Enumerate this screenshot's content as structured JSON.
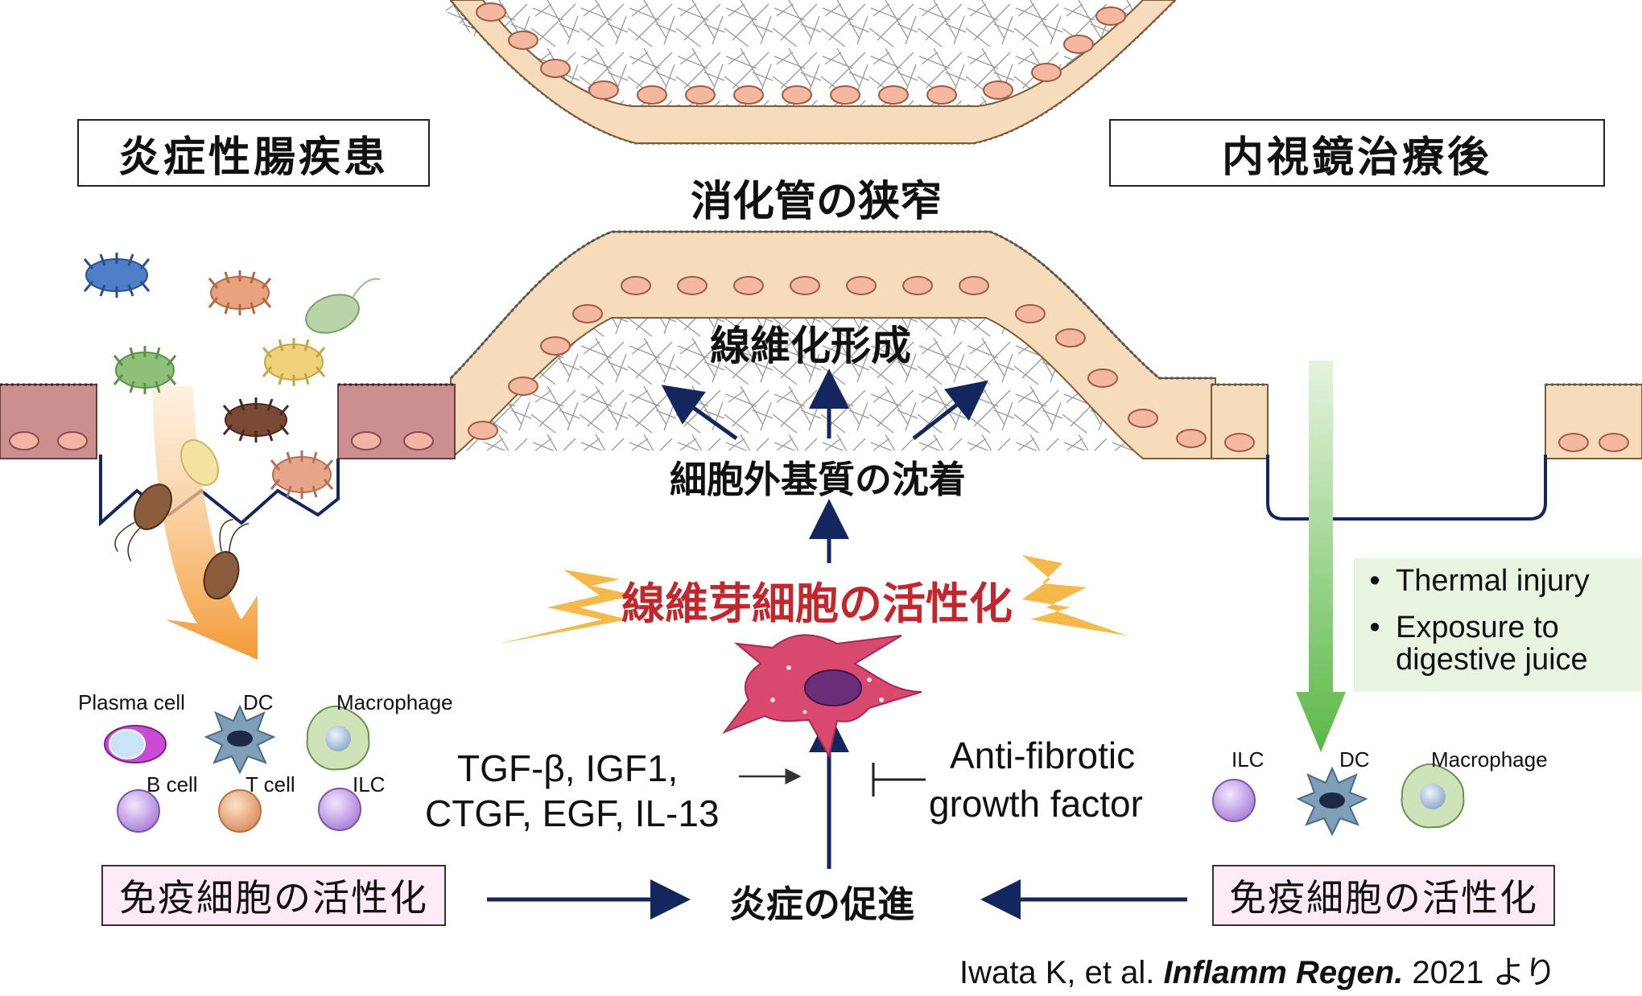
{
  "labels": {
    "left_box": "炎症性腸疾患",
    "right_box": "内視鏡治療後",
    "stenosis": "消化管の狭窄",
    "fibrosis": "線維化形成",
    "ecm_deposition": "細胞外基質の沈着",
    "fibroblast_activation": "線維芽細胞の活性化",
    "growth_factors_line1": "TGF-β, IGF1,",
    "growth_factors_line2": "CTGF, EGF, IL-13",
    "anti_fibrotic_line1": "Anti-fibrotic",
    "anti_fibrotic_line2": "growth factor",
    "immune_activation_left": "免疫細胞の活性化",
    "immune_activation_right": "免疫細胞の活性化",
    "inflammation": "炎症の促進"
  },
  "left_cells": {
    "plasma": "Plasma cell",
    "dc": "DC",
    "macrophage": "Macrophage",
    "b_cell": "B cell",
    "t_cell": "T cell",
    "ilc": "ILC"
  },
  "right_cells": {
    "ilc": "ILC",
    "dc": "DC",
    "macrophage": "Macrophage"
  },
  "injury_factors": [
    "Thermal injury",
    "Exposure to digestive juice"
  ],
  "citation": {
    "authors": "Iwata K, et al. ",
    "journal": "Inflamm Regen.",
    "tail": " 2021 より"
  },
  "colors": {
    "activation_text": "#c0282d",
    "arrow_navy": "#13275e",
    "lightning": "#f5b84a",
    "fibroblast": "#d9486f",
    "epithelium": "#f6d9b5",
    "mucosa_ulcer": "#cc8f8f",
    "green_arrow": "#6cc04a"
  }
}
